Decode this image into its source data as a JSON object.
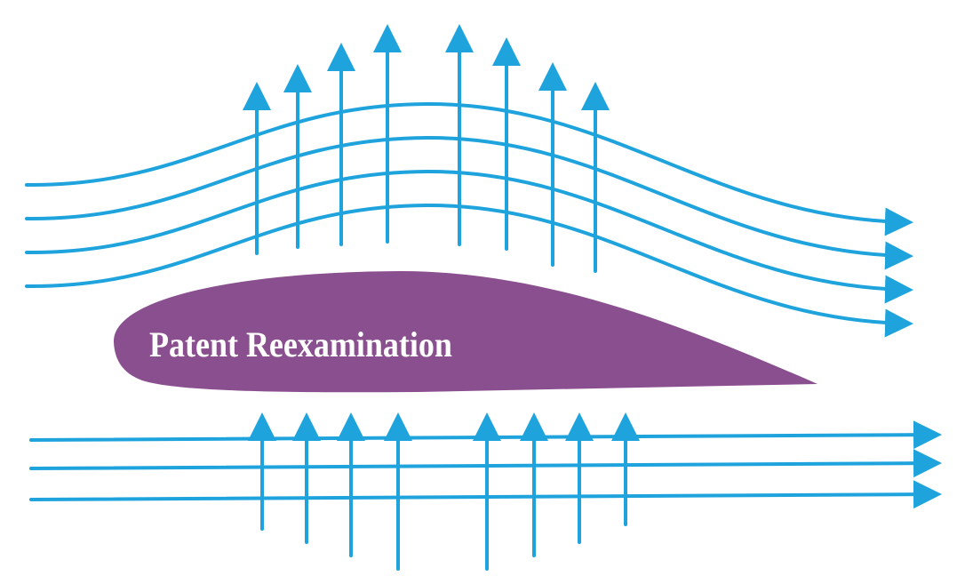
{
  "diagram": {
    "title": "Patent Reexamination",
    "colors": {
      "flow": "#1ea3dd",
      "airfoil": "#8a4f8e",
      "text": "#ffffff",
      "background": "#ffffff"
    },
    "icons": [
      "airfoil-shape",
      "streamline-arrow",
      "lift-arrow"
    ]
  }
}
